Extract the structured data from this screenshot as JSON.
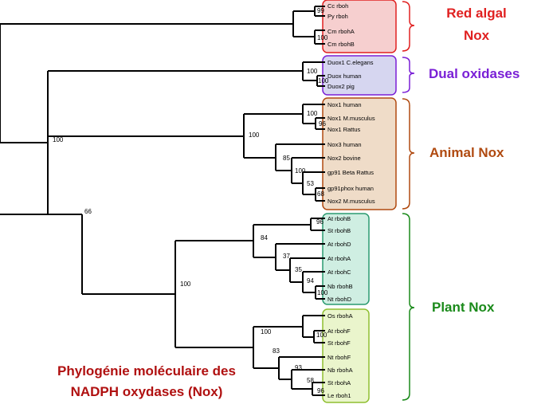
{
  "title_lines": [
    "Phylogénie moléculaire des",
    "NADPH oxydases (Nox)"
  ],
  "groups": [
    {
      "id": "red",
      "label_lines": [
        "Red algal",
        "Nox"
      ],
      "color": "#e02020",
      "fill": "#f6cfcf",
      "leaves": [
        "Cc rboh",
        "Py rboh",
        "Cm rbohA",
        "Cm rbohB"
      ]
    },
    {
      "id": "duox",
      "label_lines": [
        "Dual oxidases"
      ],
      "color": "#7a1fd6",
      "fill": "#d6d6f0",
      "leaves": [
        "Duox1 C.elegans",
        "Duox human",
        "Duox2 pig"
      ]
    },
    {
      "id": "animal",
      "label_lines": [
        "Animal Nox"
      ],
      "color": "#b04a10",
      "fill": "#efdcc8",
      "leaves": [
        "Nox1 human",
        "Nox1 M.musculus",
        "Nox1 Rattus",
        "Nox3 human",
        "Nox2 bovine",
        "gp91 Beta Rattus",
        "gp91phox human",
        "Nox2 M.musculus"
      ]
    },
    {
      "id": "plantA",
      "label_lines": [],
      "color": "#2a9a70",
      "fill": "#cfeee2",
      "leaves": [
        "At rbohB",
        "St rbohB",
        "At rbohD",
        "At rbohA",
        "At rbohC",
        "Nb rbohB",
        "Nt rbohD"
      ]
    },
    {
      "id": "plantB",
      "label_lines": [],
      "color": "#8fbf30",
      "fill": "#eaf5cc",
      "leaves": [
        "Os rbohA",
        "At rbohF",
        "St rbohF",
        "Nt rbohF",
        "Nb rbohA",
        "St rbohA",
        "Le rboh1"
      ]
    }
  ],
  "plant_label": "Plant Nox",
  "plant_color": "#1a8a1a",
  "bootstrap": {
    "root": "100",
    "plant_animal": "66",
    "plant": "100",
    "red_cc_py": "99",
    "red_cm": "100",
    "duox_inner": "100",
    "duox_human_pig": "100",
    "animal": "100",
    "nox1": "100",
    "nox1_mus_rat": "96",
    "nox2_group": "85",
    "nox2_sub": "100",
    "gp91_pair": "53",
    "gp91_inner": "68",
    "plantA": "84",
    "at_st_b": "96",
    "plantA_rest": "37",
    "plantA_inner": "35",
    "nb_nt": "94",
    "nb_nt_inner": "100",
    "plantB": "83",
    "os_group": "100",
    "at_st_f": "100",
    "nt_group": "93",
    "st_le": "58",
    "st_le_inner": "96"
  }
}
